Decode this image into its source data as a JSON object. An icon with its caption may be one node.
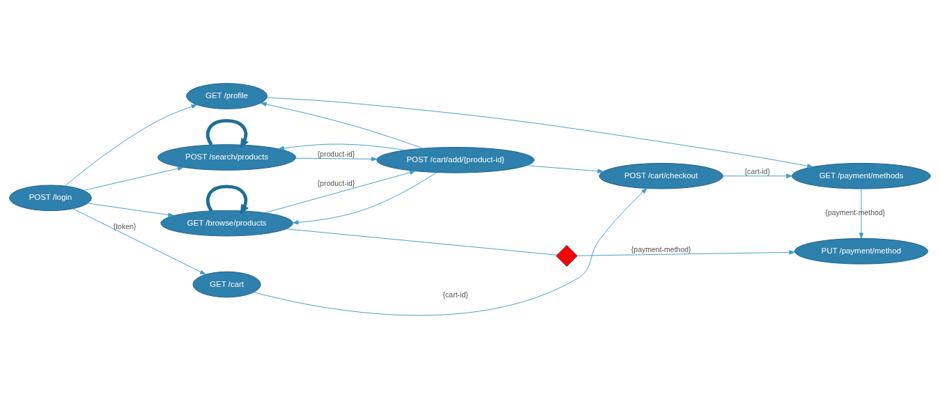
{
  "diagram": {
    "nodes": [
      {
        "text": [
          "POST /login"
        ]
      },
      {
        "text": [
          "POST /search/products"
        ]
      },
      {
        "text": [
          "GET /cart"
        ]
      },
      {
        "text": [
          "POST /cart/add/{product-id}"
        ]
      },
      {
        "text": [
          "GET /profile"
        ]
      },
      {
        "text": [
          "GET /browse/products"
        ]
      },
      {
        "text": [
          "POST /cart/checkout"
        ]
      },
      {
        "text": [
          "GET /payment/methods"
        ]
      },
      {
        "text": [
          "PUT /payment/method"
        ]
      },
      {
        "text": [],
        "shape": "cross"
      }
    ],
    "edges": [
      {
        "from": 0,
        "to": 1,
        "arrow": "to"
      },
      {
        "from": 0,
        "to": 2,
        "arrow": "to",
        "label": "{token}"
      },
      {
        "from": 0,
        "to": 4,
        "arrow": "to"
      },
      {
        "from": 0,
        "to": 5,
        "arrow": "to"
      },
      {
        "from": 1,
        "to": 1,
        "arrow": "to",
        "style": "thick",
        "color": "#1f6e96"
      },
      {
        "from": 1,
        "to": 3,
        "arrow": "to",
        "label": "{product-id}"
      },
      {
        "from": 3,
        "to": 1,
        "arrow": "to"
      },
      {
        "from": 2,
        "to": 6,
        "arrow": "to",
        "label": "{cart-id}"
      },
      {
        "from": 3,
        "to": 4,
        "arrow": "to"
      },
      {
        "from": 3,
        "to": 5,
        "arrow": "to"
      },
      {
        "from": 5,
        "to": 3,
        "arrow": "to",
        "label": "{product-id}"
      },
      {
        "from": 5,
        "to": 5,
        "arrow": "to",
        "style": "thick",
        "color": "#1f6e96"
      },
      {
        "from": 3,
        "to": 6,
        "arrow": "to"
      },
      {
        "from": 4,
        "to": 7,
        "arrow": "to"
      },
      {
        "from": 6,
        "to": 7,
        "arrow": "to",
        "label": "{cart-id}"
      },
      {
        "from": 7,
        "to": 8,
        "arrow": "to",
        "label": "{payment-method}"
      },
      {
        "from": 5,
        "to": 9,
        "arrow": "none"
      },
      {
        "from": 9,
        "to": 8,
        "arrow": "to",
        "label": "{payment-method}"
      }
    ]
  }
}
